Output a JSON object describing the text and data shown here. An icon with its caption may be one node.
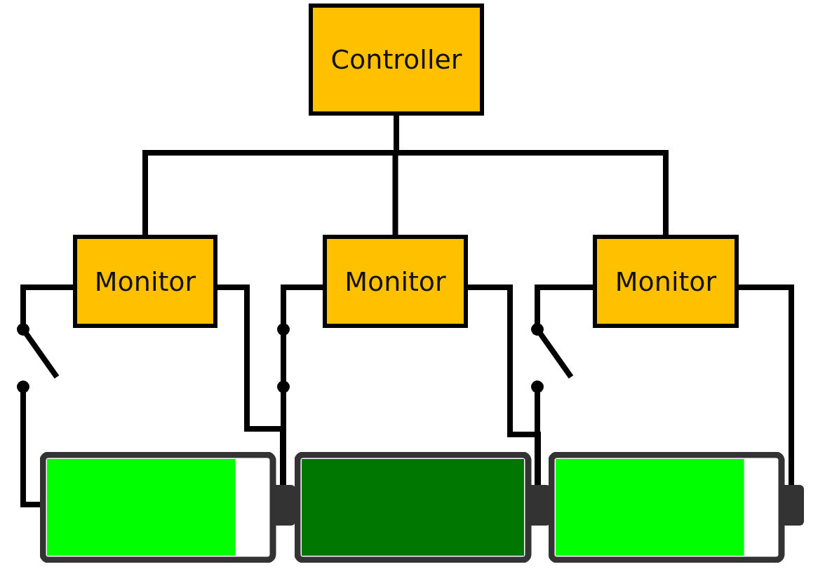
{
  "diagram": {
    "nodes": [
      {
        "text": [
          "Controller"
        ]
      },
      {
        "text": [
          "Monitor"
        ]
      },
      {
        "text": [
          "Monitor"
        ]
      },
      {
        "text": [
          "Monitor"
        ]
      },
      {
        "text": [],
        "shape": "switch"
      },
      {
        "text": [],
        "shape": "switch"
      },
      {
        "text": [],
        "shape": "switch"
      },
      {
        "text": [],
        "shape": "battery"
      },
      {
        "text": [],
        "shape": "battery"
      },
      {
        "text": [],
        "shape": "battery"
      }
    ],
    "edges": [
      {
        "from": 0,
        "to": 1,
        "arrow": "none"
      },
      {
        "from": 0,
        "to": 2,
        "arrow": "none"
      },
      {
        "from": 0,
        "to": 3,
        "arrow": "none"
      },
      {
        "from": 1,
        "to": 4,
        "arrow": "none"
      },
      {
        "from": 4,
        "to": 7,
        "arrow": "none"
      },
      {
        "from": 1,
        "to": 7,
        "arrow": "none"
      },
      {
        "from": 2,
        "to": 5,
        "arrow": "none"
      },
      {
        "from": 5,
        "to": 7,
        "arrow": "none"
      },
      {
        "from": 2,
        "to": 8,
        "arrow": "none"
      },
      {
        "from": 3,
        "to": 6,
        "arrow": "none"
      },
      {
        "from": 6,
        "to": 8,
        "arrow": "none"
      },
      {
        "from": 3,
        "to": 9,
        "arrow": "none"
      }
    ]
  }
}
